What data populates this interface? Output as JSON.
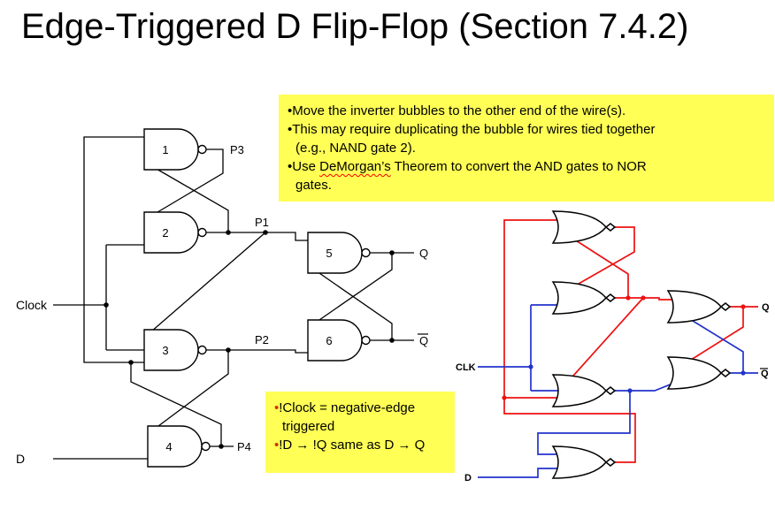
{
  "title": "Edge-Triggered D Flip-Flop (Section 7.4.2)",
  "top_note": {
    "bullet_char": "•",
    "line1": "Move the inverter bubbles to the other end of the wire(s).",
    "line2": "This may require duplicating the bubble for wires tied together",
    "line2b": "(e.g., NAND gate 2).",
    "line3_pre": "Use ",
    "line3_word": "DeMorgan’s",
    "line3_post": " Theorem to convert the AND gates to NOR",
    "line3b": "gates."
  },
  "bottom_note": {
    "bullet_char": "•",
    "line1": "!Clock = negative-edge",
    "line1b": "triggered",
    "line2": "!D → !Q same as D → Q"
  },
  "nand_circuit": {
    "gate_labels": {
      "g1": "1",
      "g2": "2",
      "g3": "3",
      "g4": "4",
      "g5": "5",
      "g6": "6"
    },
    "signals": {
      "p3": "P3",
      "p1": "P1",
      "p2": "P2",
      "p4": "P4",
      "q": "Q",
      "qbar": "Q",
      "clock": "Clock",
      "d": "D"
    }
  },
  "nor_circuit": {
    "signals": {
      "clk": "CLK",
      "d": "D",
      "q": "Q",
      "qbar": "Q"
    }
  },
  "colors": {
    "note_bg": "#ffff55",
    "bullet_red": "#cc3300",
    "squiggle_red": "#ff0000",
    "wire_red": "#ee1111",
    "wire_blue": "#2233cc",
    "wire_black": "#000000"
  }
}
